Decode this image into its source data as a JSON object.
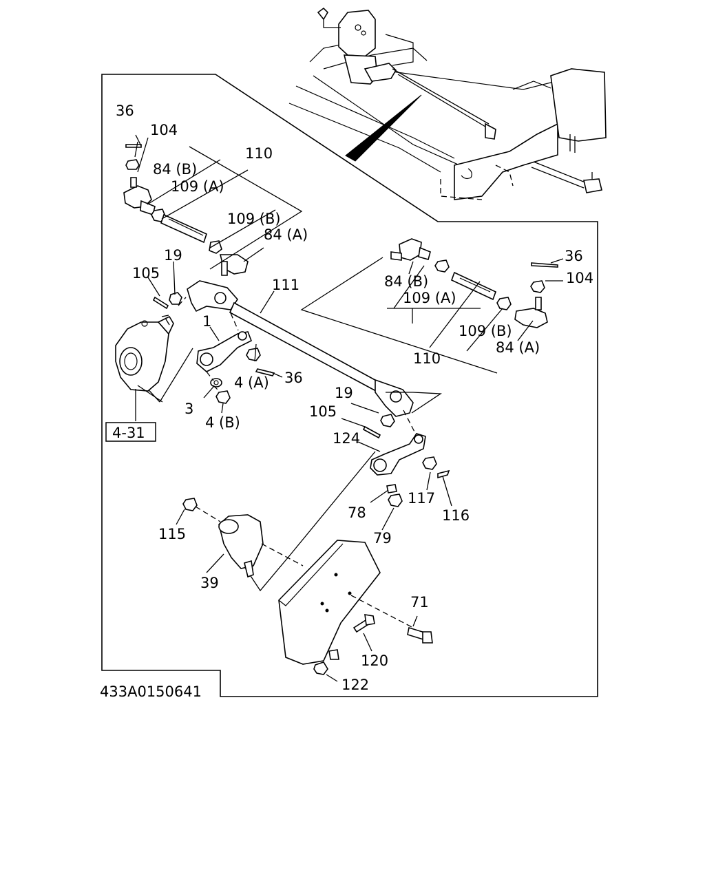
{
  "drawing_code": "433A0150641",
  "ref_box": "4-31",
  "callouts": {
    "c36_tl": "36",
    "c104_tl": "104",
    "c110_l": "110",
    "c84b_l": "84 (B)",
    "c109a_l": "109 (A)",
    "c109b_l": "109 (B)",
    "c84a_l": "84 (A)",
    "c19_tl": "19",
    "c105_tl": "105",
    "c111": "111",
    "c1": "1",
    "c4a": "4 (A)",
    "c36_mid": "36",
    "c3": "3",
    "c4b": "4 (B)",
    "c36_r": "36",
    "c104_r": "104",
    "c84b_r": "84 (B)",
    "c109a_r": "109 (A)",
    "c109b_r": "109 (B)",
    "c110_r": "110",
    "c84a_r": "84 (A)",
    "c19_m": "19",
    "c105_m": "105",
    "c124": "124",
    "c117": "117",
    "c116": "116",
    "c78": "78",
    "c79": "79",
    "c115": "115",
    "c39": "39",
    "c71": "71",
    "c120": "120",
    "c122": "122"
  }
}
